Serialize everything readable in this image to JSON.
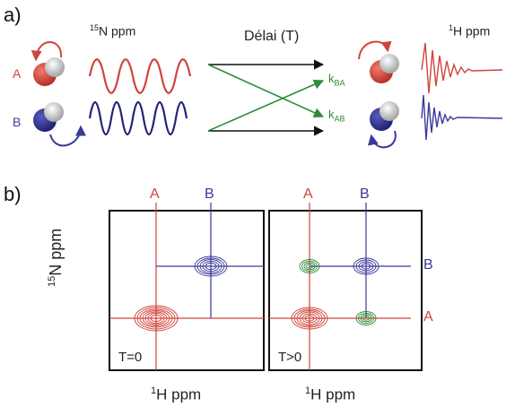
{
  "panels": {
    "a_label": "a)",
    "b_label": "b)"
  },
  "top": {
    "n_axis": {
      "sup": "15",
      "text": "N ppm"
    },
    "h_axis": {
      "sup": "1",
      "text": "H ppm"
    },
    "delay_label": "Délai (T)",
    "state_a": "A",
    "state_b": "B",
    "k_ba": {
      "main": "k",
      "sub": "BA"
    },
    "k_ab": {
      "main": "k",
      "sub": "AB"
    }
  },
  "bottom": {
    "left_panel": {
      "label_a": "A",
      "label_b": "B",
      "caption": "T=0"
    },
    "right_panel": {
      "label_a": "A",
      "label_b": "B",
      "caption": "T>0",
      "side_b": "B",
      "side_a": "A"
    },
    "y_axis": {
      "sup": "15",
      "text": "N ppm"
    },
    "x_axis_left": {
      "sup": "1",
      "text": "H ppm"
    },
    "x_axis_right": {
      "sup": "1",
      "text": "H ppm"
    }
  },
  "colors": {
    "red": "#d0443a",
    "blue": "#3a3a9a",
    "green": "#2e8b3a"
  }
}
